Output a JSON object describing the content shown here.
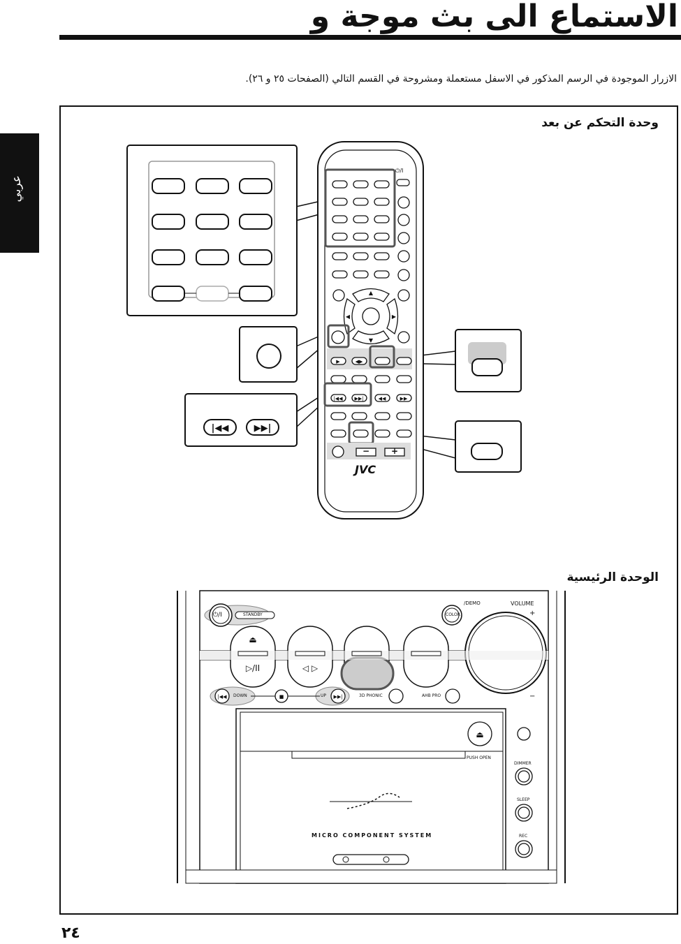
{
  "header": {
    "title": "الاستماع الى بث موجة        و",
    "intro": "الازرار الموجودة في الرسم المذكور في الاسفل مستعملة ومشروحة في القسم التالي (الصفحات ٢٥ و ٢٦)."
  },
  "side_tab": {
    "label": "عربي"
  },
  "remote_section": {
    "label": "وحدة التحكم عن بعد"
  },
  "main_unit_section": {
    "label": "الوحدة الرئيسية"
  },
  "remote": {
    "brand": "JVC",
    "power_label": "⏻/I",
    "minus_label": "−",
    "plus_label": "+"
  },
  "main_unit": {
    "standby_label": "STANDBY",
    "demo_label": "/DEMO",
    "color_label": "COLOR",
    "volume_label": "VOLUME",
    "down_label": "DOWN",
    "up_label": "UP",
    "phonic_label": "3D PHONIC",
    "ahb_label": "AHB PRO",
    "push_open_label": "PUSH OPEN",
    "dimmer_label": "DIMMER",
    "sleep_label": "SLEEP",
    "rec_label": "REC",
    "system_name": "MICRO COMPONENT SYSTEM"
  },
  "footer": {
    "page_number": "٢٤"
  }
}
